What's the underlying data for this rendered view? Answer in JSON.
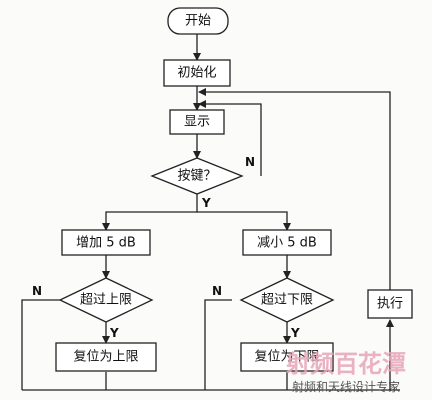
{
  "nodes": {
    "start": "开始",
    "init": "初始化",
    "display": "显示",
    "key": "按键？",
    "inc": "增加 5 dB",
    "dec": "减小 5 dB",
    "over_upper": "超过上限",
    "over_lower": "超过下限",
    "reset_upper": "复位为上限",
    "reset_lower": "复位为下限",
    "exec": "执行"
  },
  "branch_labels": {
    "key_no": "N",
    "key_yes": "Y",
    "upper_no": "N",
    "upper_yes": "Y",
    "lower_no": "N",
    "lower_yes": "Y"
  },
  "watermark": {
    "main": "射频百花潭",
    "sub": "射频和天线设计专家"
  },
  "colors": {
    "line": "#222222",
    "background": "#fbfbf9",
    "watermark": "#e8a6b8"
  }
}
